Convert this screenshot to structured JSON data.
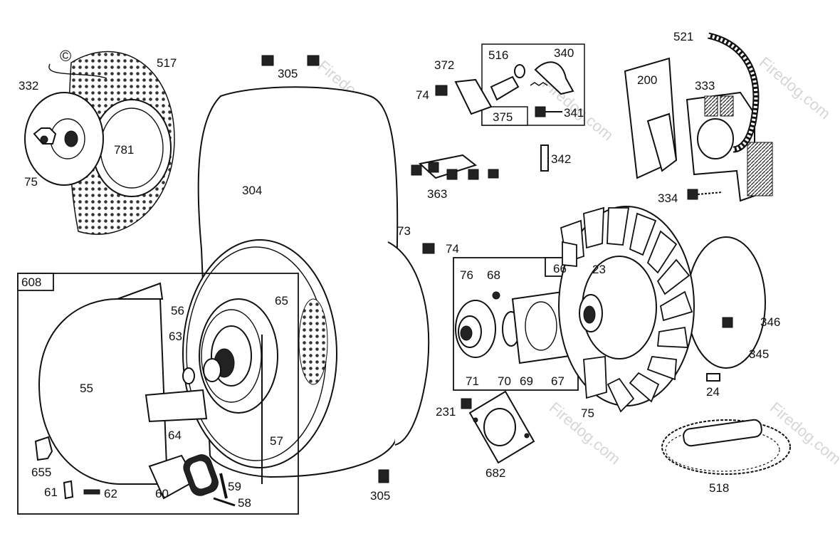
{
  "watermark": {
    "copyright_symbol": "©",
    "text": "Firedog.com"
  },
  "labels": {
    "l332": "332",
    "l517": "517",
    "l781": "781",
    "l75a": "75",
    "l305a": "305",
    "l304": "304",
    "l372": "372",
    "l516": "516",
    "l340": "340",
    "l74a": "74",
    "l375": "375",
    "l341": "341",
    "l342": "342",
    "l363": "363",
    "l521": "521",
    "l200": "200",
    "l333": "333",
    "l334": "334",
    "l73": "73",
    "l74b": "74",
    "l66": "66",
    "l76": "76",
    "l68": "68",
    "l23": "23",
    "l608": "608",
    "l56": "56",
    "l65": "65",
    "l63": "63",
    "l55": "55",
    "l64": "64",
    "l57": "57",
    "l71": "71",
    "l70": "70",
    "l69": "69",
    "l67": "67",
    "l75b": "75",
    "l346": "346",
    "l345": "345",
    "l24": "24",
    "l231": "231",
    "l682": "682",
    "l518": "518",
    "l655": "655",
    "l61": "61",
    "l62": "62",
    "l60": "60",
    "l59": "59",
    "l58": "58",
    "l305b": "305"
  }
}
